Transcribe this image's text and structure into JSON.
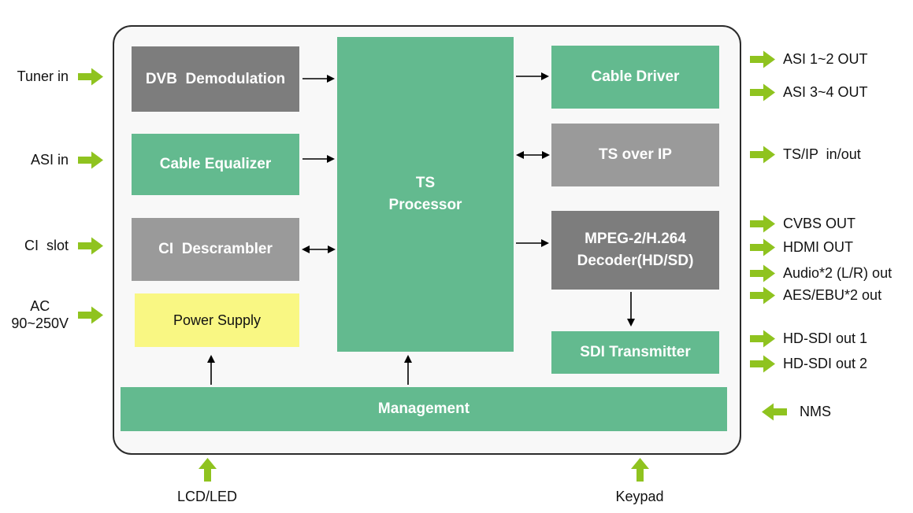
{
  "colors": {
    "green": "#63BA8F",
    "dark_gray": "#7D7D7D",
    "gray": "#9A9A9A",
    "yellow": "#F9F783",
    "arrow_green": "#8FC31F",
    "panel_bg": "#F8F8F8"
  },
  "blocks": {
    "dvb_demodulation": "DVB  Demodulation",
    "cable_equalizer": "Cable Equalizer",
    "ci_descrambler": "CI  Descrambler",
    "power_supply": "Power Supply",
    "ts_processor": "TS\nProcessor",
    "cable_driver": "Cable Driver",
    "ts_over_ip": "TS over IP",
    "mpeg_decoder": "MPEG-2/H.264\nDecoder(HD/SD)",
    "sdi_transmitter": "SDI Transmitter",
    "management": "Management"
  },
  "left_labels": [
    {
      "text": "Tuner in"
    },
    {
      "text": "ASI in"
    },
    {
      "text": "CI  slot"
    },
    {
      "text": "AC\n90~250V"
    }
  ],
  "right_labels": [
    {
      "text": "ASI 1~2 OUT",
      "direction": "out"
    },
    {
      "text": "ASI 3~4 OUT",
      "direction": "out"
    },
    {
      "text": "TS/IP  in/out",
      "direction": "out"
    },
    {
      "text": "CVBS OUT",
      "direction": "out"
    },
    {
      "text": "HDMI OUT",
      "direction": "out"
    },
    {
      "text": "Audio*2 (L/R) out",
      "direction": "out"
    },
    {
      "text": "AES/EBU*2 out",
      "direction": "out"
    },
    {
      "text": "HD-SDI out 1",
      "direction": "out"
    },
    {
      "text": "HD-SDI out 2",
      "direction": "out"
    },
    {
      "text": "NMS",
      "direction": "in"
    }
  ],
  "bottom_labels": [
    {
      "text": "LCD/LED"
    },
    {
      "text": "Keypad"
    }
  ]
}
